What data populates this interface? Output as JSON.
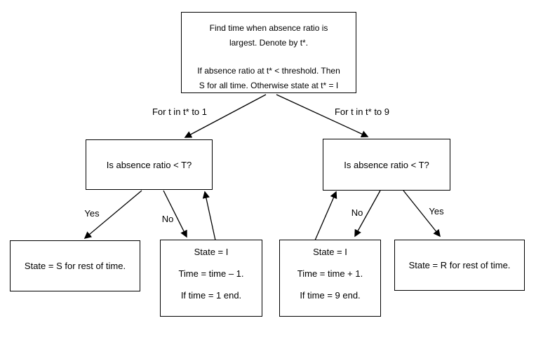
{
  "colors": {
    "stroke": "#000000",
    "text": "#000000",
    "background": "#ffffff"
  },
  "flowchart": {
    "root_box": {
      "line1": "Find time when absence ratio is",
      "line2": "largest. Denote by t*.",
      "line3": "If absence ratio at t* < threshold. Then",
      "line4": "S for all time. Otherwise state at t* = I"
    },
    "branch_left_label": "For t in t* to 1",
    "branch_right_label": "For t in t* to 9",
    "decision_left": {
      "text": "Is absence ratio < T?",
      "yes_label": "Yes",
      "no_label": "No"
    },
    "decision_right": {
      "text": "Is absence ratio < T?",
      "no_label": "No",
      "yes_label": "Yes"
    },
    "terminal_left": {
      "text": "State = S for rest of time."
    },
    "loop_left": {
      "line1": "State = I",
      "line2": "Time = time – 1.",
      "line3": "If time = 1 end."
    },
    "loop_right": {
      "line1": "State = I",
      "line2": "Time = time + 1.",
      "line3": "If time = 9 end."
    },
    "terminal_right": {
      "text": "State = R for rest of time."
    }
  }
}
